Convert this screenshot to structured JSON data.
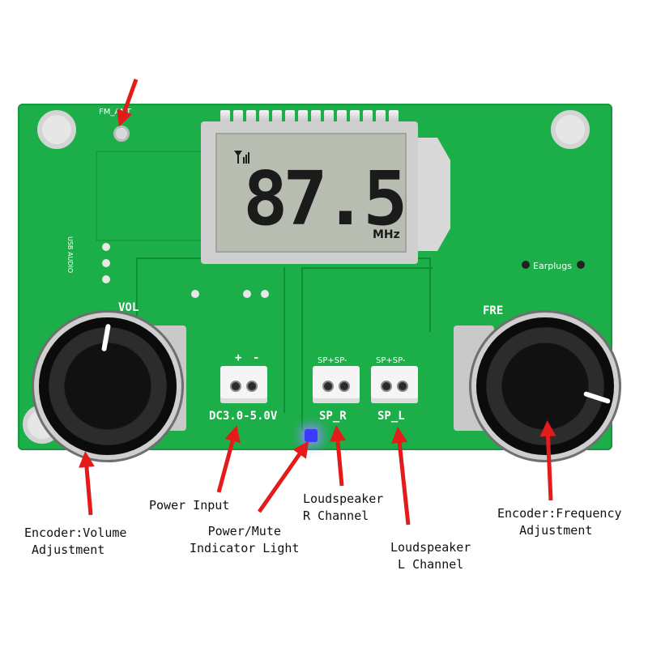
{
  "photo": {
    "lcd": {
      "frequency": "87.5",
      "unit": "MHz"
    },
    "silkscreen": {
      "fm_ant": "FM_ANT",
      "vol": "VOL",
      "fre": "FRE",
      "earplugs": "Earplugs",
      "plus": "+",
      "minus": "-",
      "dc": "DC3.0-5.0V",
      "sp_r_pins": "SP+SP-",
      "sp_l_pins": "SP+SP-",
      "sp_r": "SP_R",
      "sp_l": "SP_L",
      "usb_audio": "USB AUDIO"
    }
  },
  "annotations": {
    "encoder_volume": "Encoder:Volume\n Adjustment",
    "power_input": "Power Input",
    "power_mute": "Power/Mute\nIndicator Light",
    "loudspeaker_r": "Loudspeaker\nR Channel",
    "loudspeaker_l": "Loudspeaker\n L Channel",
    "encoder_frequency": "Encoder:Frequency\n   Adjustment"
  },
  "colors": {
    "pcb": "#1cae48",
    "arrow": "#e31b1b"
  }
}
